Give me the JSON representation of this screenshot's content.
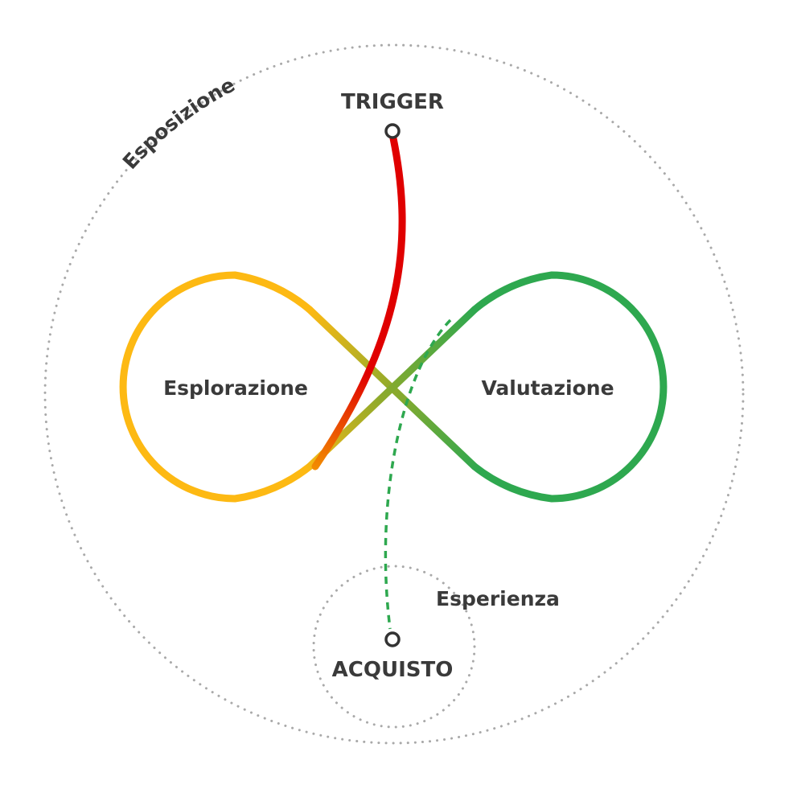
{
  "labels": {
    "outer_ring": "Esposizione",
    "inner_ring": "Esperienza",
    "left_loop": "Esplorazione",
    "right_loop": "Valutazione",
    "start_node": "TRIGGER",
    "end_node": "ACQUISTO"
  },
  "colors": {
    "exploration": "#FDB913",
    "evaluation": "#2EA84F",
    "crossover": "#8DAA2C",
    "trigger_start": "#E00000",
    "trigger_end": "#F28C00",
    "ring": "#A9A9A9",
    "node_stroke": "#333333",
    "text": "#3A3A3A"
  }
}
